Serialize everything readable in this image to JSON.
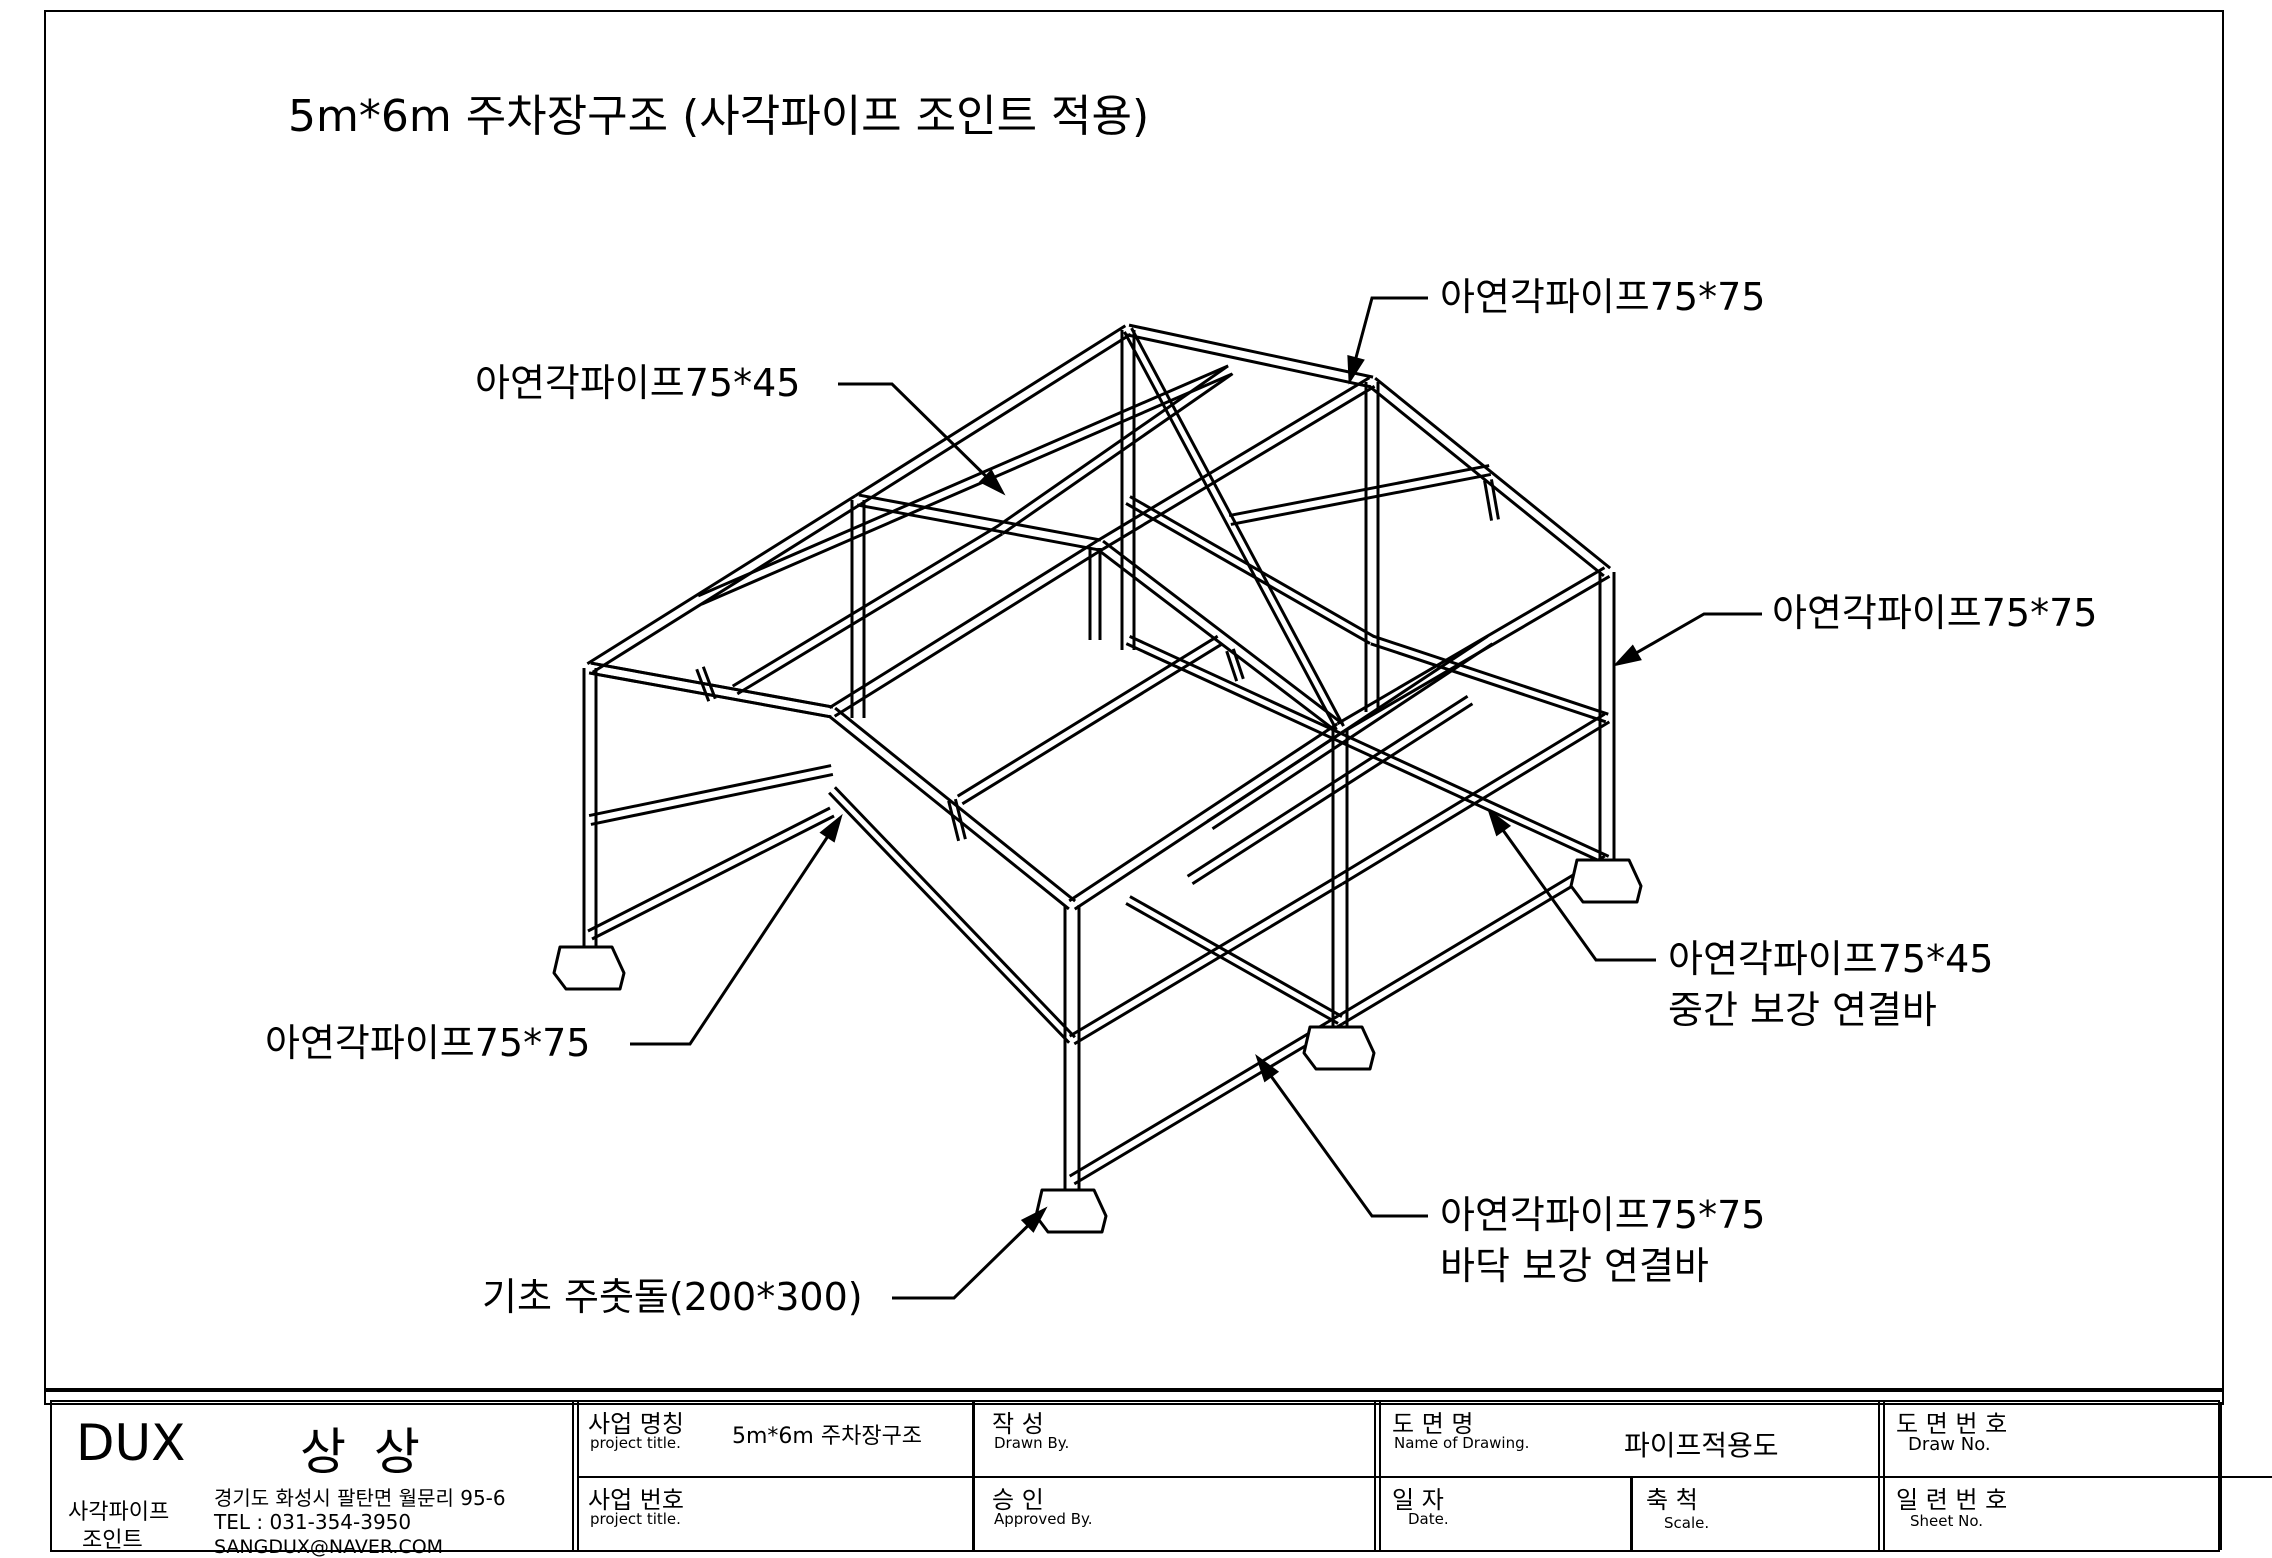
{
  "title": "5m*6m 주차장구조 (사각파이프 조인트 적용)",
  "callouts": {
    "top_right": "아연각파이프75*75",
    "top_left": "아연각파이프75*45",
    "right": "아연각파이프75*75",
    "left": "아연각파이프75*75",
    "mid_right_line1": "아연각파이프75*45",
    "mid_right_line2": "중간 보강 연결바",
    "bottom_right_line1": "아연각파이프75*75",
    "bottom_right_line2": "바닥 보강 연결바",
    "bottom_left": "기초 주춧돌(200*300)"
  },
  "title_block": {
    "company": {
      "brand": "DUX",
      "name": "상 상",
      "product_line1": "사각파이프",
      "product_line2": "조인트",
      "address": "경기도 화성시 팔탄면 월문리 95-6",
      "tel": "TEL : 031-354-3950",
      "email": "SANGDUX@NAVER.COM"
    },
    "project_name": {
      "label_ko": "사업 명칭",
      "label_en": "project title.",
      "value": "5m*6m 주차장구조"
    },
    "project_no": {
      "label_ko": "사업 번호",
      "label_en": "project title.",
      "value": ""
    },
    "drawn": {
      "label_ko": "작   성",
      "label_en": "Drawn By.",
      "value": ""
    },
    "approved": {
      "label_ko": "승   인",
      "label_en": "Approved By.",
      "value": ""
    },
    "drawing_name": {
      "label_ko": "도  면  명",
      "label_en": "Name of Drawing.",
      "value": "파이프적용도"
    },
    "date": {
      "label_ko": "일   자",
      "label_en": "Date.",
      "value": ""
    },
    "scale": {
      "label_ko": "축   척",
      "label_en": "Scale.",
      "value": ""
    },
    "drawing_no": {
      "label_ko": "도 면 번 호",
      "label_en": "Draw No.",
      "value": ""
    },
    "sheet_no": {
      "label_ko": "일 련 번 호",
      "label_en": "Sheet No.",
      "value": ""
    }
  },
  "colors": {
    "line": "#000000",
    "paper": "#ffffff"
  }
}
